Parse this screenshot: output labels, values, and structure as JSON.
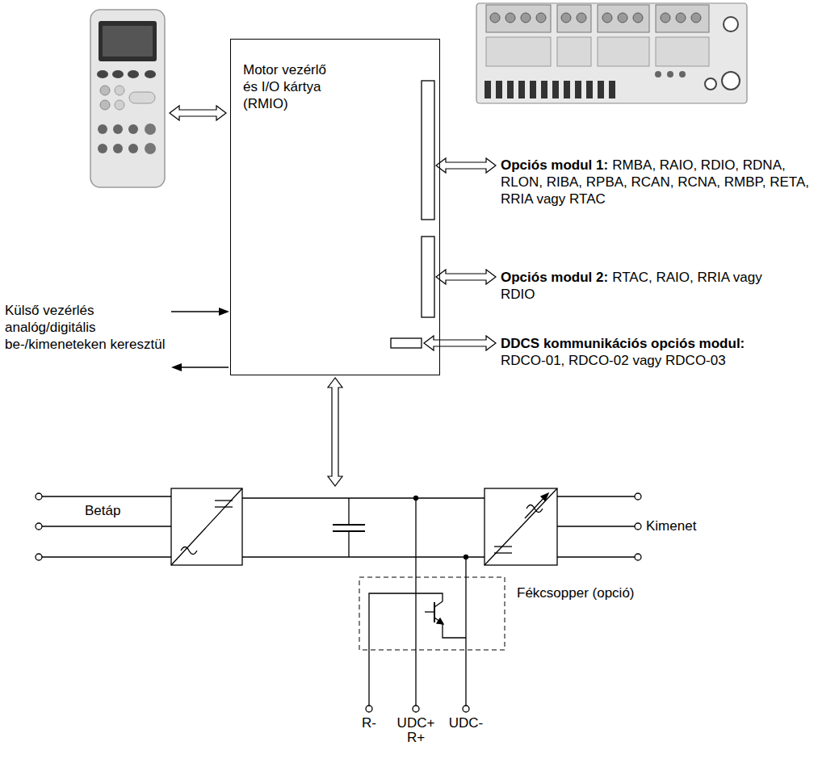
{
  "diagram": {
    "nodes": [
      {
        "text": [
          "Motor vezérlő és I/O kártya (RMIO)"
        ]
      }
    ],
    "labels": [
      "Opciós modul 1:",
      "RMBA, RAIO, RDIO, RDNA, RLON, RIBA, RPBA, RCAN, RCNA, RMBP, RETA, RRIA vagy RTAC",
      "Opciós modul 2:",
      "RTAC, RAIO, RRIA vagy RDIO",
      "DDCS kommunikációs opciós modul:",
      "RDCO-01, RDCO-02 vagy RDCO-03",
      "Külső vezérlés analóg/digitális be-/kimeneteken keresztül",
      "Betáp",
      "Kimenet",
      "Fékcsopper (opció)",
      "R-",
      "UDC+",
      "R+",
      "UDC-"
    ]
  }
}
